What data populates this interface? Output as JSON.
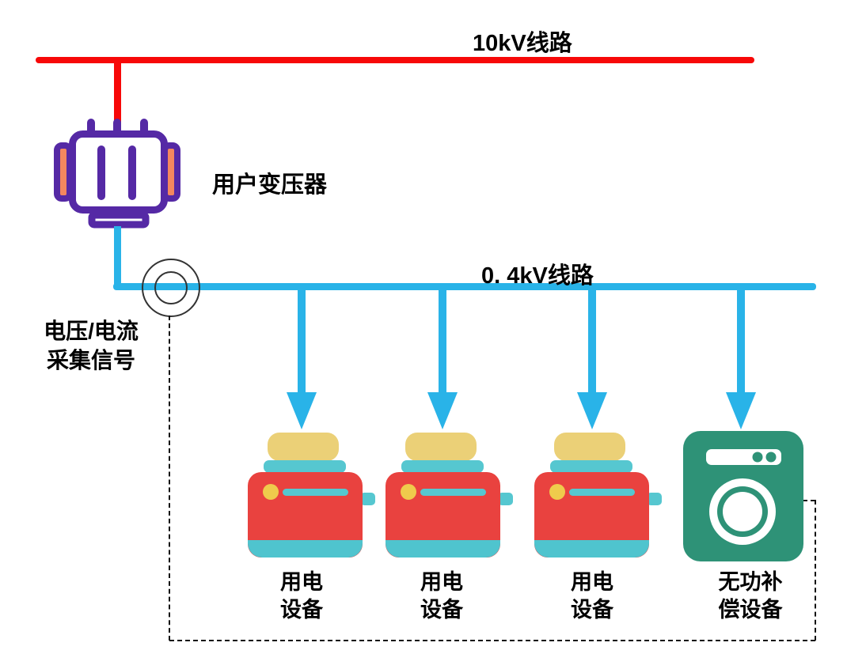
{
  "diagram": {
    "labels": {
      "line_10kv": "10kV线路",
      "line_04kv": "0. 4kV线路",
      "transformer": "用户变压器",
      "sensor_line1": "电压/电流",
      "sensor_line2": "采集信号"
    },
    "devices": [
      {
        "type": "toaster",
        "label_line1": "用电",
        "label_line2": "设备"
      },
      {
        "type": "toaster",
        "label_line1": "用电",
        "label_line2": "设备"
      },
      {
        "type": "toaster",
        "label_line1": "用电",
        "label_line2": "设备"
      },
      {
        "type": "washing-machine",
        "label_line1": "无功补",
        "label_line2": "偿设备"
      }
    ],
    "icons": {
      "transformer": "transformer-icon",
      "current_sensor": "current-transformer-sensor-icon",
      "load": "toaster-icon",
      "compensation": "washing-machine-icon",
      "feeder": "down-arrow-icon"
    },
    "colors": {
      "line_10kv_red": "#F70808",
      "line_04kv_blue": "#29B3E8",
      "transformer_purple": "#5529A5",
      "transformer_tab_orange": "#F4875F",
      "toaster_red": "#E9423F",
      "toaster_teal": "#56C7D0",
      "toaster_base_teal": "#4FC4CE",
      "toaster_bread_yellow": "#EBD077",
      "toaster_knob_yellow": "#EFCB4C",
      "washer_green": "#2E9277",
      "signal_dash_black": "#111111",
      "text_black": "#000000"
    }
  }
}
